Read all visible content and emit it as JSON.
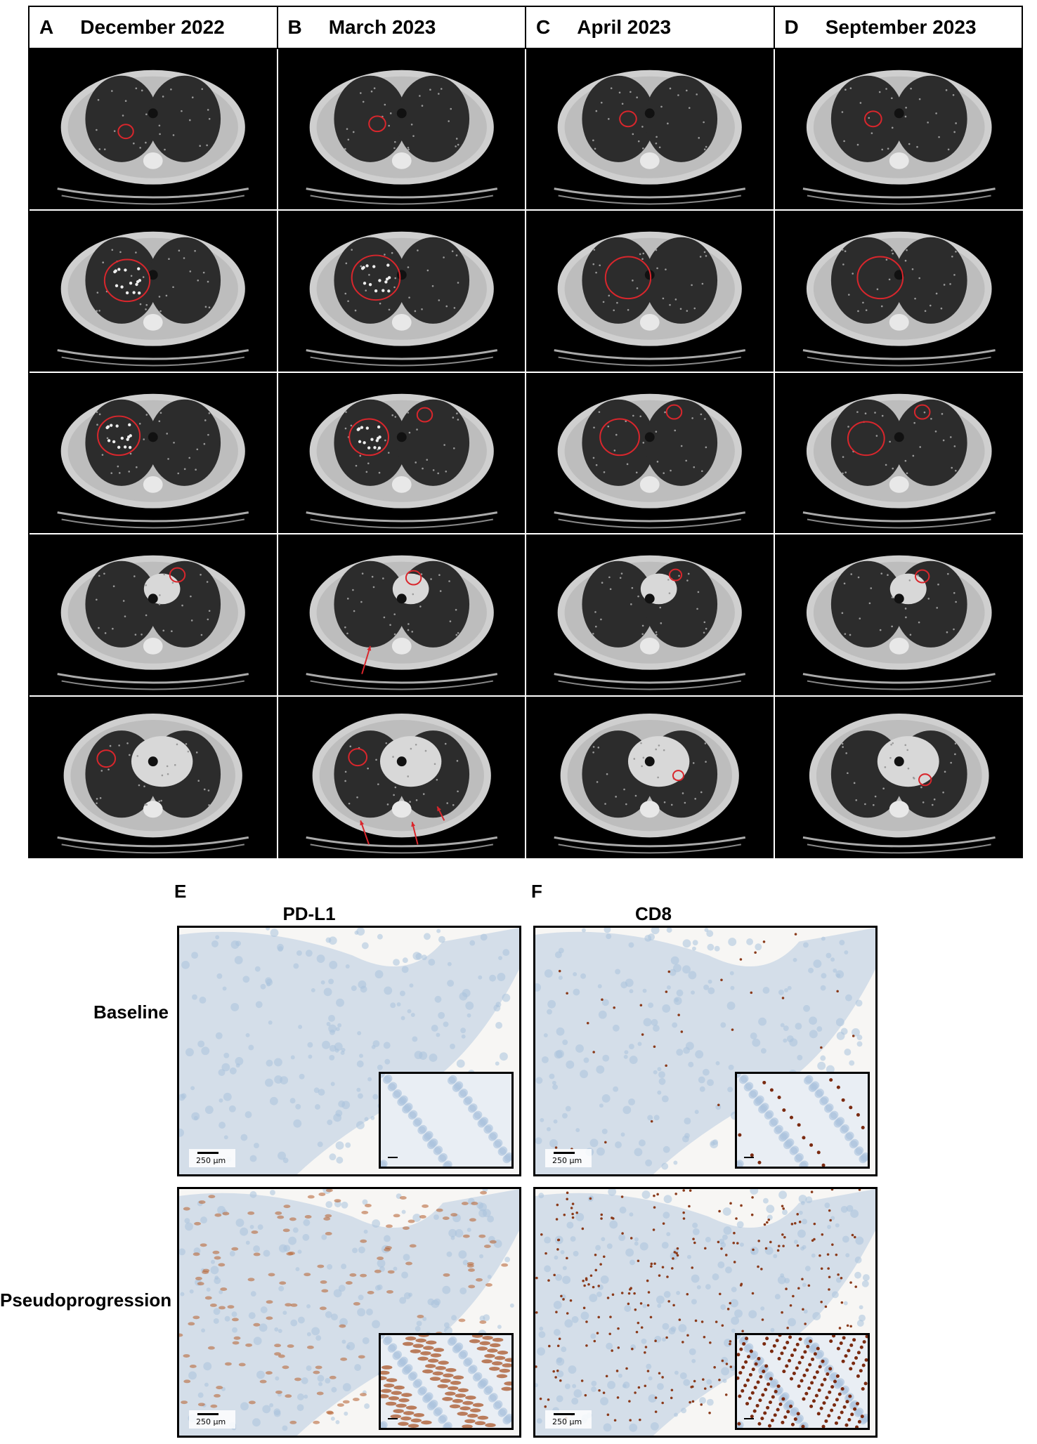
{
  "ct_columns": [
    {
      "letter": "A",
      "date": "December 2022"
    },
    {
      "letter": "B",
      "date": "March 2023"
    },
    {
      "letter": "C",
      "date": "April 2023"
    },
    {
      "letter": "D",
      "date": "September 2023"
    }
  ],
  "ihc": {
    "columns": [
      {
        "letter": "E",
        "stain": "PD-L1"
      },
      {
        "letter": "F",
        "stain": "CD8"
      }
    ],
    "rows": [
      "Baseline",
      "Pseudoprogression"
    ],
    "scale_label": "250 µm"
  },
  "colors": {
    "annotation_red": "#d9262c",
    "lung_dark": "#2c2c2c",
    "body_gray": "#cfcfcf",
    "stain_blue": "#b9cfe6",
    "stain_brown": "#a4552a"
  }
}
